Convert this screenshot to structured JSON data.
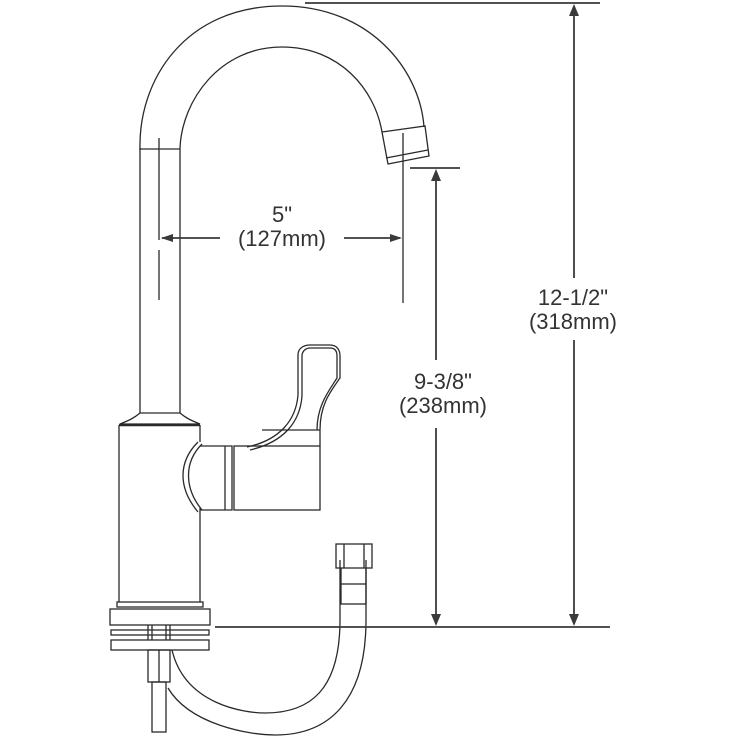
{
  "diagram": {
    "subject": "Single-handle gooseneck faucet with supply hose",
    "line_color": "#2a2a2a",
    "background": "#ffffff"
  },
  "dimensions": {
    "spout_reach": {
      "imperial": "5\"",
      "metric": "(127mm)"
    },
    "spout_clearance": {
      "imperial": "9-3/8\"",
      "metric": "(238mm)"
    },
    "overall_height": {
      "imperial": "12-1/2\"",
      "metric": "(318mm)"
    }
  }
}
